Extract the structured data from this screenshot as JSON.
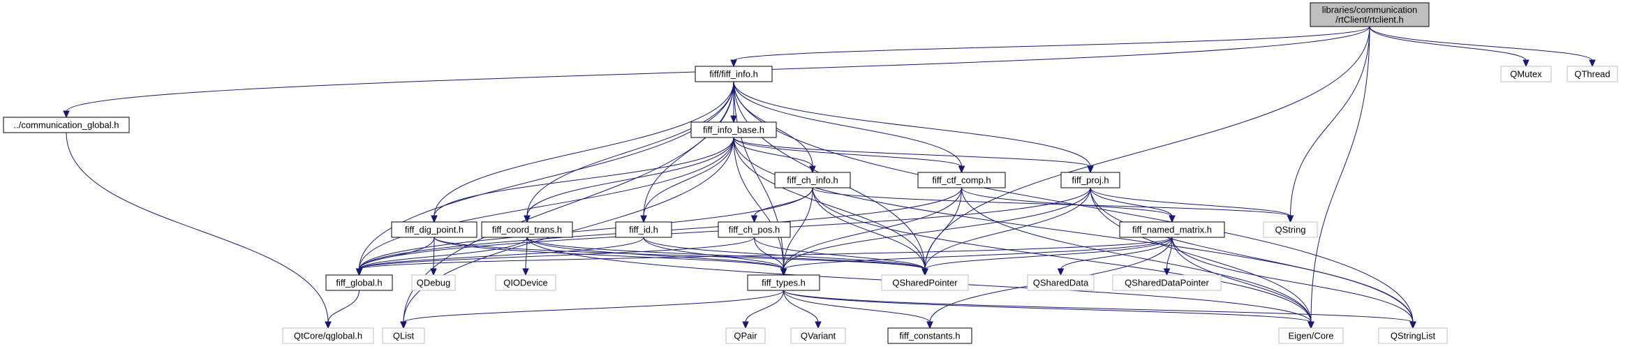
{
  "graph": {
    "nodes": [
      {
        "id": "rtclient",
        "lines": [
          "libraries/communication",
          "/rtClient/rtclient.h"
        ],
        "kind": "root"
      },
      {
        "id": "fiff_info",
        "lines": [
          "fiff/fiff_info.h"
        ],
        "kind": "main"
      },
      {
        "id": "comm_global",
        "lines": [
          "../communication_global.h"
        ],
        "kind": "main"
      },
      {
        "id": "qmutex",
        "lines": [
          "QMutex"
        ],
        "kind": "ext"
      },
      {
        "id": "qthread",
        "lines": [
          "QThread"
        ],
        "kind": "ext"
      },
      {
        "id": "fiff_info_base",
        "lines": [
          "fiff_info_base.h"
        ],
        "kind": "main"
      },
      {
        "id": "fiff_ch_info",
        "lines": [
          "fiff_ch_info.h"
        ],
        "kind": "main"
      },
      {
        "id": "fiff_ctf_comp",
        "lines": [
          "fiff_ctf_comp.h"
        ],
        "kind": "main"
      },
      {
        "id": "fiff_proj",
        "lines": [
          "fiff_proj.h"
        ],
        "kind": "main"
      },
      {
        "id": "qstring",
        "lines": [
          "QString"
        ],
        "kind": "ext"
      },
      {
        "id": "fiff_dig_point",
        "lines": [
          "fiff_dig_point.h"
        ],
        "kind": "main"
      },
      {
        "id": "fiff_coord_trans",
        "lines": [
          "fiff_coord_trans.h"
        ],
        "kind": "main"
      },
      {
        "id": "fiff_id",
        "lines": [
          "fiff_id.h"
        ],
        "kind": "main"
      },
      {
        "id": "fiff_ch_pos",
        "lines": [
          "fiff_ch_pos.h"
        ],
        "kind": "main"
      },
      {
        "id": "fiff_named_matrix",
        "lines": [
          "fiff_named_matrix.h"
        ],
        "kind": "main"
      },
      {
        "id": "fiff_global",
        "lines": [
          "fiff_global.h"
        ],
        "kind": "main"
      },
      {
        "id": "qdebug",
        "lines": [
          "QDebug"
        ],
        "kind": "ext"
      },
      {
        "id": "qiodevice",
        "lines": [
          "QIODevice"
        ],
        "kind": "ext"
      },
      {
        "id": "fiff_types",
        "lines": [
          "fiff_types.h"
        ],
        "kind": "main"
      },
      {
        "id": "qsharedpointer",
        "lines": [
          "QSharedPointer"
        ],
        "kind": "ext"
      },
      {
        "id": "qshareddata",
        "lines": [
          "QSharedData"
        ],
        "kind": "ext"
      },
      {
        "id": "qshareddatapointer",
        "lines": [
          "QSharedDataPointer"
        ],
        "kind": "ext"
      },
      {
        "id": "qtcore_qglobal",
        "lines": [
          "QtCore/qglobal.h"
        ],
        "kind": "ext"
      },
      {
        "id": "qlist",
        "lines": [
          "QList"
        ],
        "kind": "ext"
      },
      {
        "id": "qpair",
        "lines": [
          "QPair"
        ],
        "kind": "ext"
      },
      {
        "id": "qvariant",
        "lines": [
          "QVariant"
        ],
        "kind": "ext"
      },
      {
        "id": "fiff_constants",
        "lines": [
          "fiff_constants.h"
        ],
        "kind": "main"
      },
      {
        "id": "eigen_core",
        "lines": [
          "Eigen/Core"
        ],
        "kind": "ext"
      },
      {
        "id": "qstringlist",
        "lines": [
          "QStringList"
        ],
        "kind": "ext"
      }
    ],
    "edges": [
      [
        "rtclient",
        "fiff_info"
      ],
      [
        "rtclient",
        "comm_global"
      ],
      [
        "rtclient",
        "qmutex"
      ],
      [
        "rtclient",
        "qthread"
      ],
      [
        "rtclient",
        "qstring"
      ],
      [
        "rtclient",
        "qsharedpointer"
      ],
      [
        "rtclient",
        "eigen_core"
      ],
      [
        "fiff_info",
        "fiff_info_base"
      ],
      [
        "fiff_info",
        "fiff_ch_info"
      ],
      [
        "fiff_info",
        "fiff_ctf_comp"
      ],
      [
        "fiff_info",
        "fiff_proj"
      ],
      [
        "fiff_info",
        "fiff_dig_point"
      ],
      [
        "fiff_info",
        "fiff_coord_trans"
      ],
      [
        "fiff_info",
        "fiff_id"
      ],
      [
        "fiff_info",
        "fiff_global"
      ],
      [
        "fiff_info",
        "fiff_types"
      ],
      [
        "fiff_info",
        "qsharedpointer"
      ],
      [
        "fiff_info",
        "qlist"
      ],
      [
        "fiff_info",
        "qstringlist"
      ],
      [
        "comm_global",
        "qtcore_qglobal"
      ],
      [
        "fiff_info_base",
        "fiff_ch_info"
      ],
      [
        "fiff_info_base",
        "fiff_ctf_comp"
      ],
      [
        "fiff_info_base",
        "fiff_proj"
      ],
      [
        "fiff_info_base",
        "fiff_dig_point"
      ],
      [
        "fiff_info_base",
        "fiff_coord_trans"
      ],
      [
        "fiff_info_base",
        "fiff_id"
      ],
      [
        "fiff_info_base",
        "fiff_global"
      ],
      [
        "fiff_info_base",
        "fiff_types"
      ],
      [
        "fiff_info_base",
        "qsharedpointer"
      ],
      [
        "fiff_info_base",
        "qlist"
      ],
      [
        "fiff_info_base",
        "qstringlist"
      ],
      [
        "fiff_ch_info",
        "fiff_ch_pos"
      ],
      [
        "fiff_ch_info",
        "fiff_global"
      ],
      [
        "fiff_ch_info",
        "fiff_types"
      ],
      [
        "fiff_ch_info",
        "qsharedpointer"
      ],
      [
        "fiff_ch_info",
        "qstring"
      ],
      [
        "fiff_ch_info",
        "eigen_core"
      ],
      [
        "fiff_ctf_comp",
        "fiff_named_matrix"
      ],
      [
        "fiff_ctf_comp",
        "fiff_global"
      ],
      [
        "fiff_ctf_comp",
        "fiff_types"
      ],
      [
        "fiff_ctf_comp",
        "qsharedpointer"
      ],
      [
        "fiff_ctf_comp",
        "eigen_core"
      ],
      [
        "fiff_proj",
        "fiff_named_matrix"
      ],
      [
        "fiff_proj",
        "fiff_global"
      ],
      [
        "fiff_proj",
        "fiff_types"
      ],
      [
        "fiff_proj",
        "qsharedpointer"
      ],
      [
        "fiff_proj",
        "qstring"
      ],
      [
        "fiff_proj",
        "qstringlist"
      ],
      [
        "fiff_proj",
        "eigen_core"
      ],
      [
        "fiff_dig_point",
        "fiff_global"
      ],
      [
        "fiff_dig_point",
        "fiff_types"
      ],
      [
        "fiff_dig_point",
        "qdebug"
      ],
      [
        "fiff_dig_point",
        "qsharedpointer"
      ],
      [
        "fiff_coord_trans",
        "fiff_global"
      ],
      [
        "fiff_coord_trans",
        "fiff_types"
      ],
      [
        "fiff_coord_trans",
        "qiodevice"
      ],
      [
        "fiff_coord_trans",
        "qsharedpointer"
      ],
      [
        "fiff_coord_trans",
        "eigen_core"
      ],
      [
        "fiff_id",
        "fiff_global"
      ],
      [
        "fiff_id",
        "fiff_types"
      ],
      [
        "fiff_id",
        "qsharedpointer"
      ],
      [
        "fiff_ch_pos",
        "fiff_global"
      ],
      [
        "fiff_ch_pos",
        "fiff_types"
      ],
      [
        "fiff_ch_pos",
        "qsharedpointer"
      ],
      [
        "fiff_named_matrix",
        "fiff_global"
      ],
      [
        "fiff_named_matrix",
        "fiff_types"
      ],
      [
        "fiff_named_matrix",
        "qsharedpointer"
      ],
      [
        "fiff_named_matrix",
        "qshareddata"
      ],
      [
        "fiff_named_matrix",
        "qshareddatapointer"
      ],
      [
        "fiff_named_matrix",
        "fiff_constants"
      ],
      [
        "fiff_named_matrix",
        "eigen_core"
      ],
      [
        "fiff_named_matrix",
        "qstringlist"
      ],
      [
        "fiff_global",
        "qtcore_qglobal"
      ],
      [
        "fiff_types",
        "qlist"
      ],
      [
        "fiff_types",
        "qpair"
      ],
      [
        "fiff_types",
        "qvariant"
      ],
      [
        "fiff_types",
        "fiff_constants"
      ],
      [
        "fiff_types",
        "eigen_core"
      ],
      [
        "fiff_types",
        "qstringlist"
      ]
    ]
  },
  "colors": {
    "edge": "#191970",
    "ext_edge": "#a9a9a9",
    "root_fill": "#bfbfbf",
    "main_border": "#000000",
    "ext_border": "#bfbfbf"
  }
}
